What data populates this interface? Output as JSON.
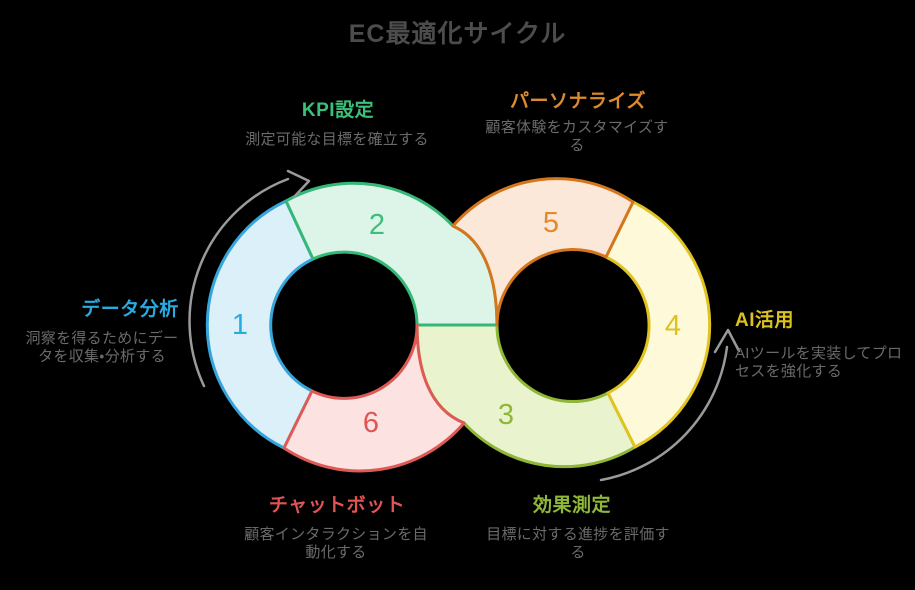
{
  "title": "EC最適化サイクル",
  "colors": {
    "title": "#4c4c4c",
    "desc": "#6a6a6a",
    "arrow": "#9a9a9a",
    "background": "#000000"
  },
  "steps": [
    {
      "num": "1",
      "label": "データ分析",
      "desc": [
        "洞察を得るためにデー",
        "タを収集・分析する"
      ],
      "color": "#29abe2",
      "stroke": "#35a5dc",
      "fill": "#dcf0fa"
    },
    {
      "num": "2",
      "label": "KPI設定",
      "desc": [
        "測定可能な目標を確立する"
      ],
      "color": "#3bc07a",
      "stroke": "#35b776",
      "fill": "#ddf5e8"
    },
    {
      "num": "3",
      "label": "効果測定",
      "desc": [
        "目標に対する進捗を評価す",
        "る"
      ],
      "color": "#8fb838",
      "stroke": "#8fb636",
      "fill": "#e9f4cf"
    },
    {
      "num": "4",
      "label": "AI活用",
      "desc": [
        "AIツールを実装してプロ",
        "セスを強化する"
      ],
      "color": "#ddc21f",
      "stroke": "#e0c321",
      "fill": "#fdf9d9"
    },
    {
      "num": "5",
      "label": "パーソナライズ",
      "desc": [
        "顧客体験をカスタマイズす",
        "る"
      ],
      "color": "#e08a2e",
      "stroke": "#d3761d",
      "fill": "#fce8d8"
    },
    {
      "num": "6",
      "label": "チャットボット",
      "desc": [
        "顧客インタラクションを自",
        "動化する"
      ],
      "color": "#e05454",
      "stroke": "#dd5a55",
      "fill": "#fce3e2"
    }
  ]
}
